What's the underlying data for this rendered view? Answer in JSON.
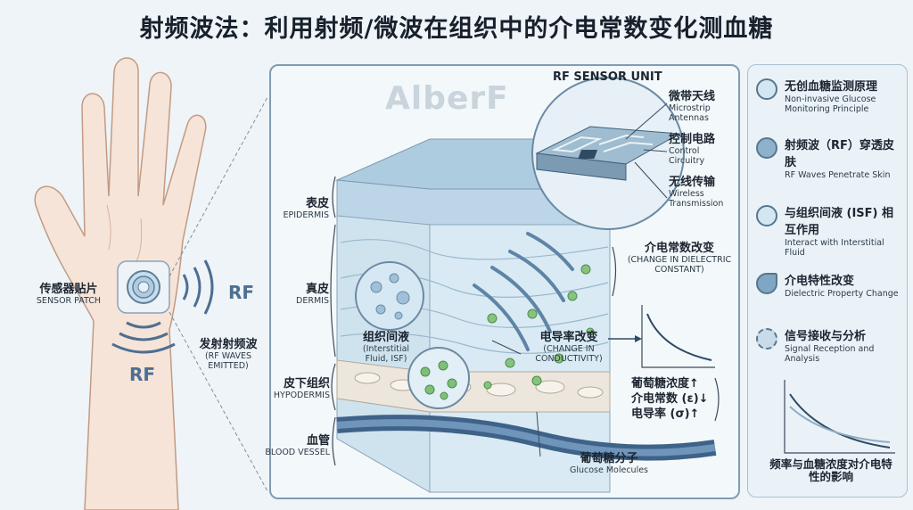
{
  "title": "射频波法：利用射频/微波在组织中的介电常数变化测血糖",
  "watermark": "AlberF",
  "rf_label": "RF",
  "sensor": {
    "cn": "传感器贴片",
    "en": "SENSOR PATCH"
  },
  "emitted": {
    "cn": "发射射频波",
    "en": "(RF WAVES EMITTED)"
  },
  "layers": {
    "epidermis": {
      "cn": "表皮",
      "en": "EPIDERMIS"
    },
    "dermis": {
      "cn": "真皮",
      "en": "DERMIS"
    },
    "hypodermis": {
      "cn": "皮下组织",
      "en": "HYPODERMIS"
    },
    "vessel": {
      "cn": "血管",
      "en": "BLOOD VESSEL"
    }
  },
  "sensor_unit": {
    "title": "RF SENSOR UNIT",
    "antenna": {
      "cn": "微带天线",
      "en": "Microstrip Antennas"
    },
    "circuitry": {
      "cn": "控制电路",
      "en": "Control Circuitry"
    },
    "wireless": {
      "cn": "无线传输",
      "en": "Wireless Transmission"
    }
  },
  "dielectric": {
    "cn": "介电常数改变",
    "en": "(CHANGE IN DIELECTRIC CONSTANT)"
  },
  "isf": {
    "cn": "组织间液",
    "en": "(Interstitial Fluid, ISF)"
  },
  "conductivity": {
    "cn": "电导率改变",
    "en": "(CHANGE IN CONDUCTIVITY)"
  },
  "relations": [
    "葡萄糖浓度↑",
    "介电常数 (ε)↓",
    "电导率 (σ)↑"
  ],
  "glucose": {
    "cn": "葡萄糖分子",
    "en": "Glucose Molecules"
  },
  "sidebar": [
    {
      "cn": "无创血糖监测原理",
      "en": "Non-invasive Glucose Monitoring Principle",
      "icon": "circle-icon"
    },
    {
      "cn": "射频波（RF）穿透皮肤",
      "en": "RF Waves Penetrate Skin",
      "icon": "filled-circle-icon"
    },
    {
      "cn": "与组织间液 (ISF) 相互作用",
      "en": "Interact with Interstitial Fluid",
      "icon": "circle-icon"
    },
    {
      "cn": "介电特性改变",
      "en": "Dielectric Property Change",
      "icon": "leaf-icon"
    },
    {
      "cn": "信号接收与分析",
      "en": "Signal Reception and Analysis",
      "icon": "gear-icon"
    }
  ],
  "chart_caption": "频率与血糖浓度对介电特性的影响"
}
